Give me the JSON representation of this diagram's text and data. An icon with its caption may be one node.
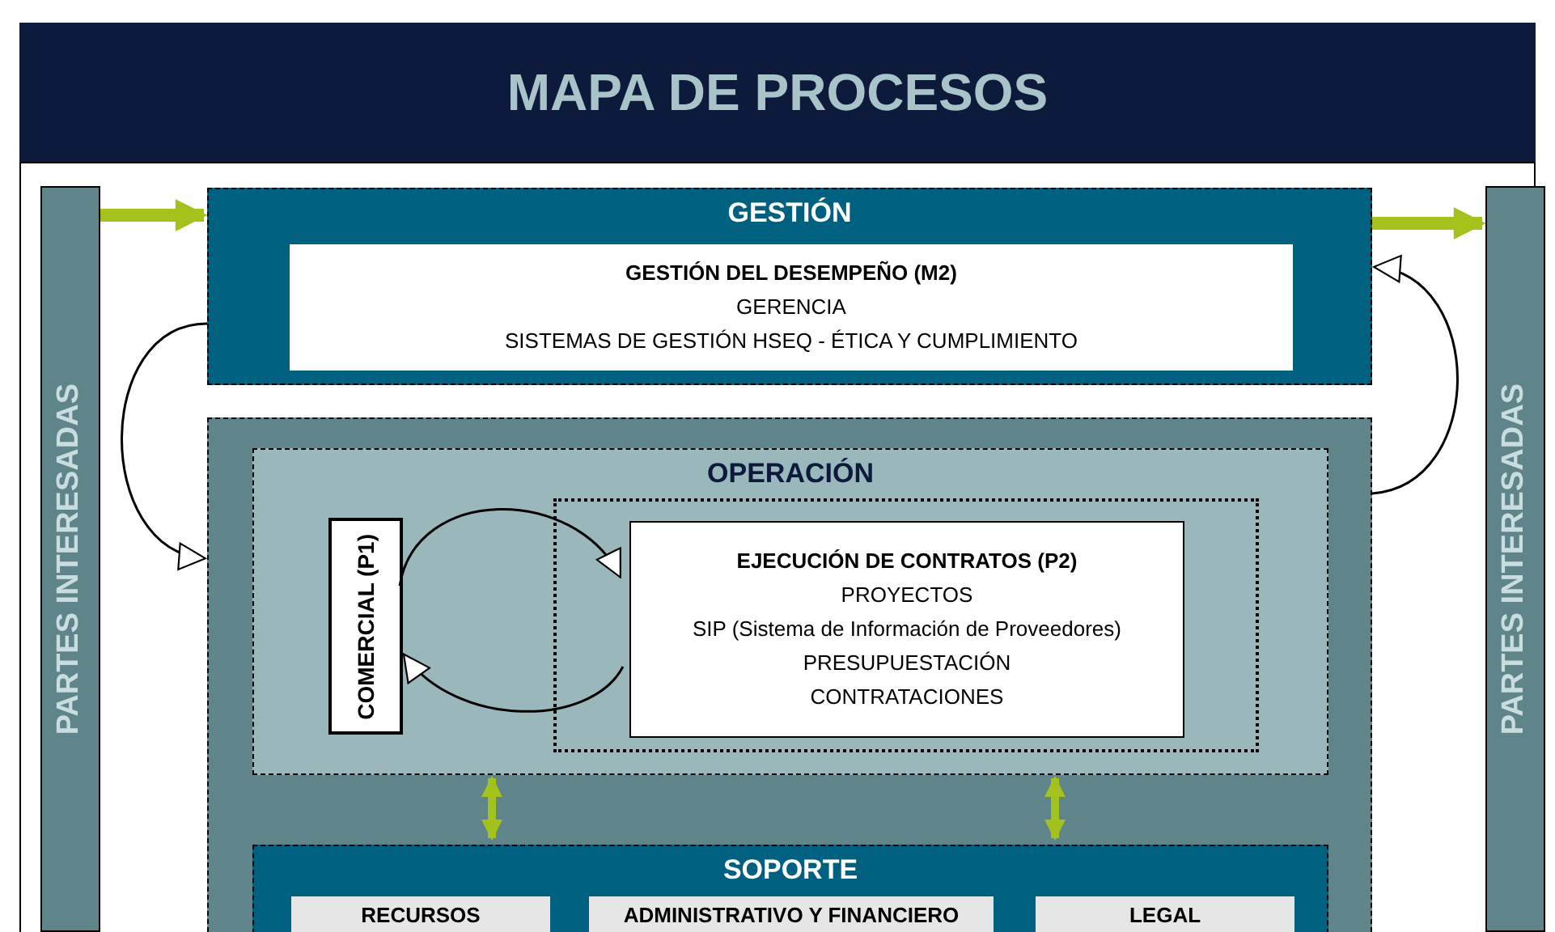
{
  "diagram": {
    "title": "MAPA DE PROCESOS",
    "nodes": [
      {
        "text": [
          "PARTES INTERESADAS"
        ]
      },
      {
        "text": [
          "PARTES INTERESADAS"
        ]
      },
      {
        "text": [
          "GESTIÓN"
        ]
      },
      {
        "text": [
          "GESTIÓN DEL DESEMPEÑO (M2)",
          "GERENCIA",
          "SISTEMAS DE GESTIÓN HSEQ - ÉTICA Y CUMPLIMIENTO"
        ],
        "in": 2
      },
      {
        "text": [],
        "shape": "box"
      },
      {
        "text": [
          "OPERACIÓN"
        ],
        "in": 4
      },
      {
        "text": [
          "COMERCIAL (P1)"
        ],
        "in": 5
      },
      {
        "text": [],
        "shape": "box",
        "in": 5
      },
      {
        "text": [
          "EJECUCIÓN DE CONTRATOS (P2)",
          "PROYECTOS",
          "SIP (Sistema de Información de Proveedores)",
          "PRESUPUESTACIÓN",
          "CONTRATACIONES"
        ],
        "in": 7
      },
      {
        "text": [
          "SOPORTE"
        ],
        "in": 4
      },
      {
        "text": [
          "RECURSOS"
        ],
        "in": 9
      },
      {
        "text": [
          "ADMINISTRATIVO Y FINANCIERO"
        ],
        "in": 9
      },
      {
        "text": [
          "LEGAL"
        ],
        "in": 9
      }
    ],
    "edges": [
      {
        "from": 0,
        "to": 2,
        "arrow": "to",
        "style": "thick",
        "color": "#a4c21c"
      },
      {
        "from": 2,
        "to": 1,
        "arrow": "to",
        "style": "thick",
        "color": "#a4c21c"
      },
      {
        "from": 2,
        "to": 4,
        "arrow": "to",
        "color": "#000000"
      },
      {
        "from": 4,
        "to": 2,
        "arrow": "to",
        "color": "#000000"
      },
      {
        "from": 6,
        "to": 8,
        "arrow": "to",
        "color": "#000000"
      },
      {
        "from": 8,
        "to": 6,
        "arrow": "to",
        "color": "#000000"
      },
      {
        "from": 5,
        "to": 9,
        "arrow": "both",
        "style": "thick",
        "color": "#a4c21c"
      },
      {
        "from": 5,
        "to": 9,
        "arrow": "both",
        "style": "thick",
        "color": "#a4c21c"
      }
    ]
  }
}
